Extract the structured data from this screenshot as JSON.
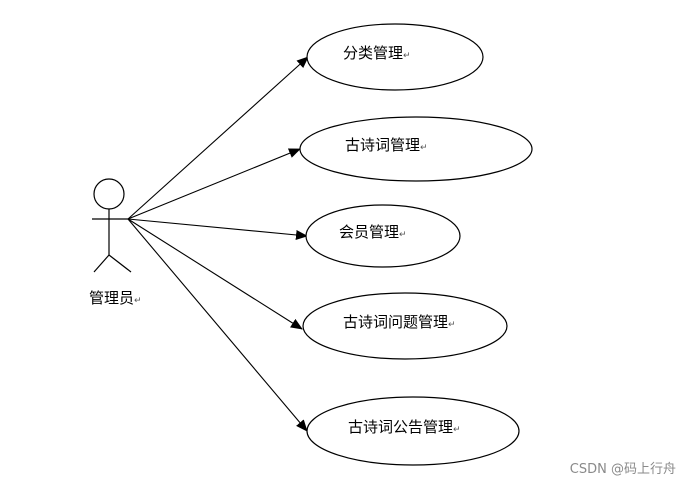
{
  "actor": {
    "label": "管理员",
    "mark": "↵"
  },
  "use_cases": [
    {
      "label": "分类管理",
      "mark": "↵"
    },
    {
      "label": "古诗词管理",
      "mark": "↵"
    },
    {
      "label": "会员管理",
      "mark": "↵"
    },
    {
      "label": "古诗词问题管理",
      "mark": "↵"
    },
    {
      "label": "古诗词公告管理",
      "mark": "↵"
    }
  ],
  "watermark": "CSDN @码上行舟"
}
